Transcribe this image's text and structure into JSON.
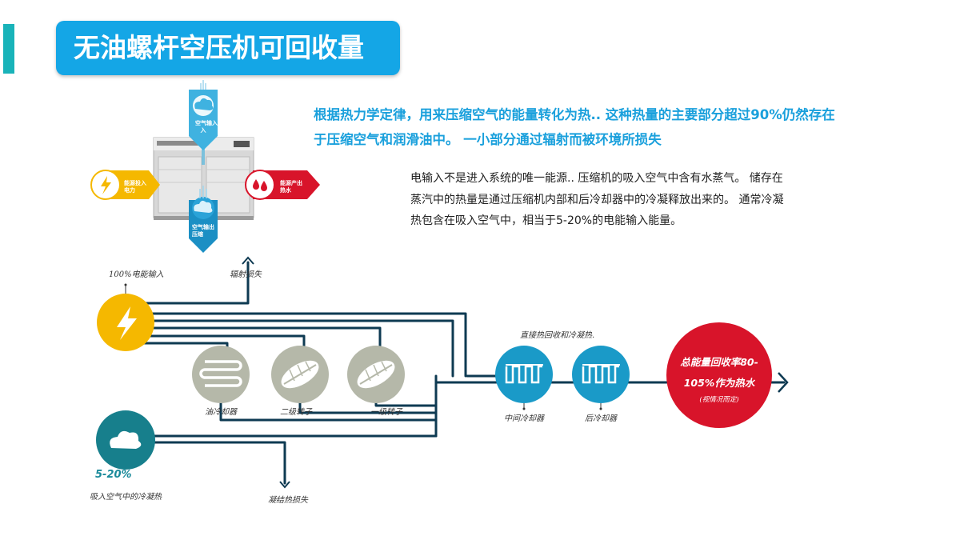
{
  "title": "无油螺杆空压机可回收量",
  "intro_line1": "根据热力学定律，用来压缩空气的能量转化为热.. 这种热量的主要部分超过90%仍然存在",
  "intro_line2": "于压缩空气和润滑油中。 一小部分通过辐射而被环境所损失",
  "body_line1": "电输入不是进入系统的唯一能源.. 压缩机的吸入空气中含有水蒸气。 储存在",
  "body_line2": "蒸汽中的热量是通过压缩机内部和后冷却器中的冷凝释放出来的。 通常冷凝",
  "body_line3": "热包含在吸入空气中，相当于5-20%的电能输入能量。",
  "compressor": {
    "air_in_label": "空气输入",
    "air_in_sub": "入",
    "energy_in_label": "能源投入",
    "energy_in_sub": "电力",
    "energy_out_label": "能源产出",
    "energy_out_sub": "热水",
    "air_out_label": "空气输出",
    "air_out_sub": "压缩"
  },
  "flow": {
    "electric_input": "100%电能输入",
    "radiation_loss": "辐射损失",
    "oil_cooler": "油冷却器",
    "stage2_rotor": "二级转子",
    "stage1_rotor": "一级转子",
    "direct_recovery": "直接热回收和冷凝热.",
    "intercooler": "中间冷却器",
    "aftercooler": "后冷却器",
    "total_recovery": "总能量回收率80-105%作为热水",
    "total_recovery_line1": "总能量回收率80-",
    "total_recovery_line2": "105%作为热水",
    "conditional": "(视情况而定)",
    "condensate_pct": "5-20%",
    "condensate_heat": "吸入空气中的冷凝热",
    "condensate_loss": "凝结热损失"
  },
  "colors": {
    "accent": "#19b3b9",
    "title_bg": "#14a6e6",
    "intro_text": "#1aa0dc",
    "flow_line": "#0e3a52",
    "electric_yellow": "#f5b800",
    "cooler_gray": "#b5b8a9",
    "cooler_blue": "#1a9ac8",
    "condensate_teal": "#177f8c",
    "total_red": "#d8142a"
  },
  "icons": [
    "lightning-icon",
    "coil-icon",
    "leaf-rotor-icon",
    "cloud-icon",
    "water-drop-icon"
  ]
}
